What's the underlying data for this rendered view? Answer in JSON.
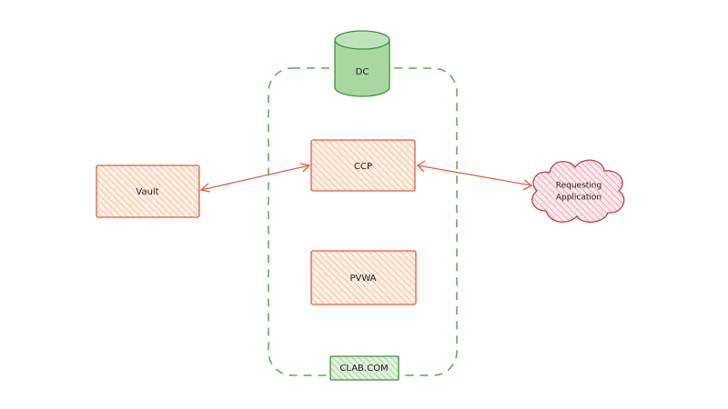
{
  "nodes": {
    "dc": {
      "label": "DC"
    },
    "vault": {
      "label": "Vault"
    },
    "ccp": {
      "label": "CCP"
    },
    "pvwa": {
      "label": "PVWA"
    },
    "requesting_app": {
      "line1": "Requesting",
      "line2": "Application"
    },
    "domain": {
      "label": "CLAB.COM"
    }
  },
  "colors": {
    "boundary": "#5aa55a",
    "green_fill": "#a8d8a0",
    "green_stroke": "#3f8f3f",
    "orange_fill": "#f5c9a6",
    "orange_stroke": "#e0603a",
    "red_fill": "#f0b8c0",
    "red_stroke": "#b8424e",
    "arrow": "#e0603a"
  }
}
